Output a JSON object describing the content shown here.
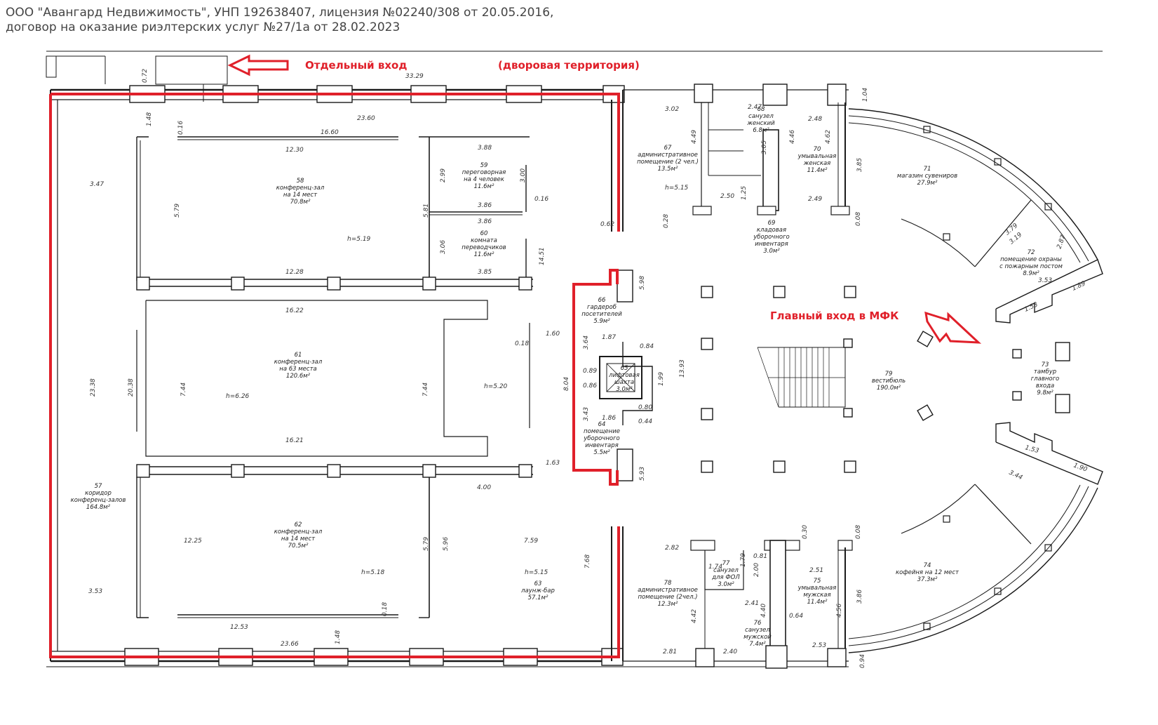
{
  "header": {
    "line1": "ООО \"Авангард Недвижимость\", УНП 192638407, лицензия №02240/308 от 20.05.2016,",
    "line2": "договор на оказание риэлтерских услуг №27/1а от 28.02.2023"
  },
  "annotations": {
    "separate_entrance": "Отдельный вход",
    "courtyard": "(дворовая территория)",
    "main_entrance": "Главный вход в МФК"
  },
  "colors": {
    "highlight": "#e0202a",
    "walls": "#1a1a1a"
  },
  "rooms": {
    "r57": [
      "57",
      "коридор",
      "конференц-залов",
      "164.8м²"
    ],
    "r58": [
      "58",
      "конференц-зал",
      "на 14 мест",
      "70.8м²"
    ],
    "r59": [
      "59",
      "переговорная",
      "на 4 человек",
      "11.6м²"
    ],
    "r60": [
      "60",
      "комната",
      "переводчиков",
      "11.6м²"
    ],
    "r61": [
      "61",
      "конференц-зал",
      "на 63 места",
      "120.6м²"
    ],
    "r62": [
      "62",
      "конференц-зал",
      "на 14 мест",
      "70.5м²"
    ],
    "r63": [
      "63",
      "лаунж-бар",
      "57.1м²"
    ],
    "r64": [
      "64",
      "помещение",
      "уборочного",
      "инвентаря",
      "5.5м²"
    ],
    "r65": [
      "65",
      "лифтовая",
      "шахта",
      "3.0м²"
    ],
    "r66": [
      "66",
      "гардероб",
      "посетителей",
      "5.9м²"
    ],
    "r67": [
      "67",
      "административное",
      "помещение (2 чел.)",
      "13.5м²"
    ],
    "r68": [
      "68",
      "санузел",
      "женский",
      "6.8м²"
    ],
    "r69": [
      "69",
      "кладовая",
      "уборочного",
      "инвентаря",
      "3.0м²"
    ],
    "r70": [
      "70",
      "умывальная",
      "женская",
      "11.4м²"
    ],
    "r71": [
      "71",
      "магазин сувениров",
      "27.9м²"
    ],
    "r72": [
      "72",
      "помещение охраны",
      "с пожарным постом",
      "8.9м²"
    ],
    "r73": [
      "73",
      "тамбур",
      "главного",
      "входа",
      "9.8м²"
    ],
    "r74": [
      "74",
      "кофейня на 12 мест",
      "37.3м²"
    ],
    "r75": [
      "75",
      "умывальная",
      "мужская",
      "11.4м²"
    ],
    "r76": [
      "76",
      "санузел",
      "мужской",
      "7.4м²"
    ],
    "r77": [
      "77",
      "санузел",
      "для ФОЛ",
      "3.0м²"
    ],
    "r78": [
      "78",
      "административное",
      "помещение (2чел.)",
      "12.3м²"
    ],
    "r79": [
      "79",
      "вестибюль",
      "190.0м²"
    ]
  },
  "heights": {
    "h58": "h=5.19",
    "h61a": "h=6.26",
    "h61b": "h=5.20",
    "h62": "h=5.18",
    "h63": "h=5.15",
    "h67": "h=5.15"
  },
  "dimensions": {
    "d1": "33.29",
    "d2": "0.72",
    "d3": "23.60",
    "d4": "1.48",
    "d5": "0.16",
    "d6": "16.60",
    "d7": "12.30",
    "d8": "3.47",
    "d9": "5.79",
    "d10": "5.81",
    "d11": "3.88",
    "d12": "2.99",
    "d13": "3.00",
    "d14": "0.16",
    "d15": "3.86",
    "d16": "3.86",
    "d17": "3.06",
    "d18": "14.51",
    "d19": "3.85",
    "d20": "12.28",
    "d21": "16.22",
    "d22": "0.18",
    "d23": "1.60",
    "d24": "23.38",
    "d25": "20.38",
    "d26": "7.44",
    "d27": "7.44",
    "d28": "16.21",
    "d29": "1.63",
    "d30": "4.00",
    "d31": "12.25",
    "d32": "5.79",
    "d33": "5.96",
    "d34": "7.59",
    "d35": "7.68",
    "d36": "3.53",
    "d37": "0.18",
    "d38": "12.53",
    "d39": "23.66",
    "d40": "1.48",
    "d41": "3.02",
    "d42": "4.49",
    "d43": "2.47",
    "d44": "2.48",
    "d45": "4.46",
    "d46": "4.62",
    "d47": "1.04",
    "d48": "3.05",
    "d49": "2.50",
    "d50": "1.25",
    "d51": "2.49",
    "d52": "0.28",
    "d53": "0.62",
    "d54": "0.08",
    "d55": "3.85",
    "d56": "3.79",
    "d57": "3.19",
    "d58": "2.87",
    "d59": "3.53",
    "d60": "1.89",
    "d61": "1.53",
    "d62": "5.98",
    "d63": "3.64",
    "d64": "1.87",
    "d65": "0.84",
    "d66": "0.89",
    "d67": "0.86",
    "d68": "1.99",
    "d69": "13.93",
    "d70": "8.04",
    "d71": "3.43",
    "d72": "1.86",
    "d73": "0.80",
    "d74": "0.44",
    "d75": "5.93",
    "d76": "1.53",
    "d77": "1.90",
    "d78": "3.44",
    "d79": "0.30",
    "d80": "0.08",
    "d81": "2.82",
    "d82": "1.74",
    "d83": "1.79",
    "d84": "0.81",
    "d85": "2.00",
    "d86": "2.51",
    "d87": "2.41",
    "d88": "4.40",
    "d89": "0.64",
    "d90": "4.56",
    "d91": "3.86",
    "d92": "4.42",
    "d93": "2.81",
    "d94": "2.40",
    "d95": "2.53",
    "d96": "0.94"
  }
}
